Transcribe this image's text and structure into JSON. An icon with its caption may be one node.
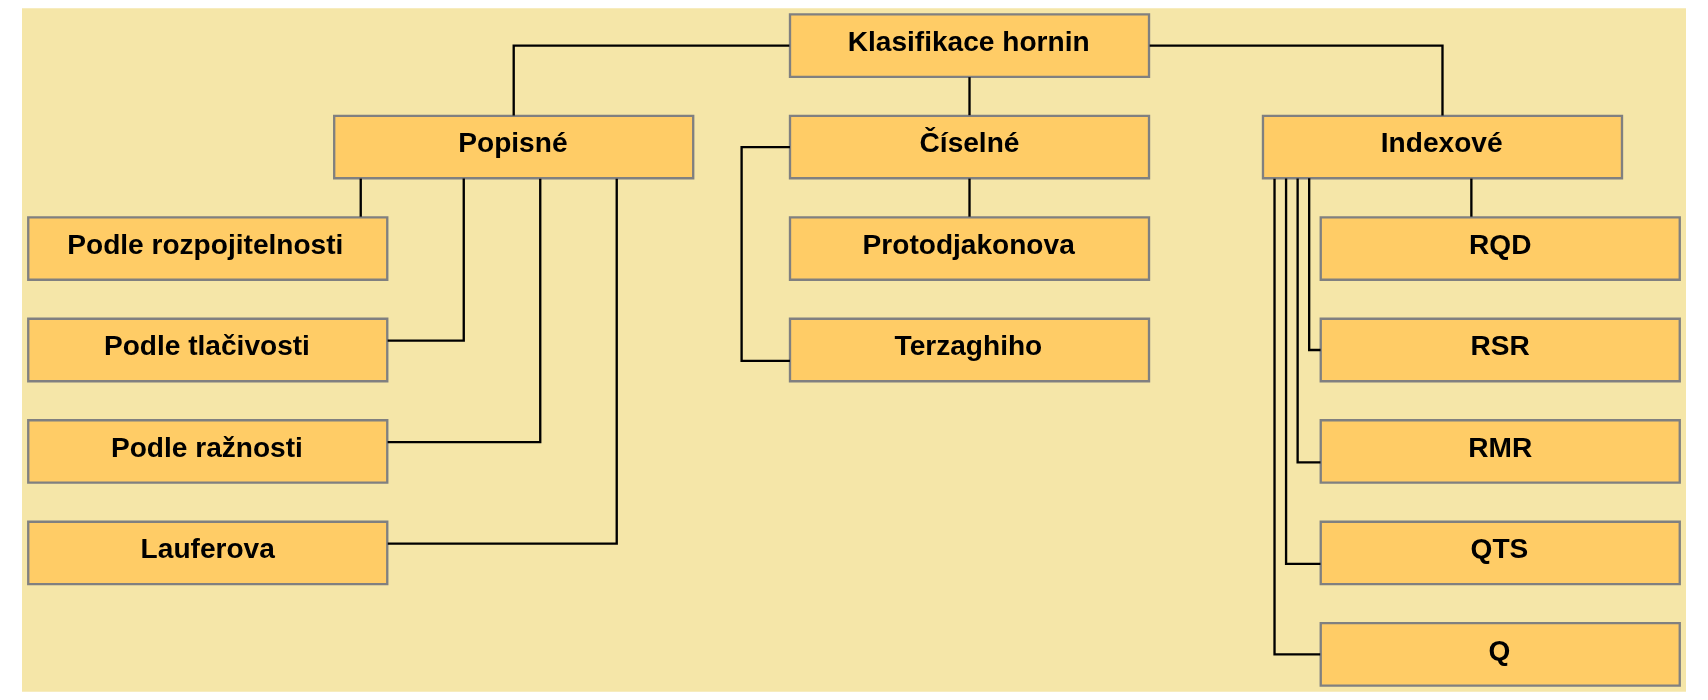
{
  "diagram": {
    "nodes": [
      {
        "text": [
          "Klasifikace hornin"
        ]
      },
      {
        "text": [
          "Popisné"
        ]
      },
      {
        "text": [
          "Číselné"
        ]
      },
      {
        "text": [
          "Indexové"
        ]
      },
      {
        "text": [
          "Podle rozpojitelnosti"
        ]
      },
      {
        "text": [
          "Podle tlačivosti"
        ]
      },
      {
        "text": [
          "Podle ražnosti"
        ]
      },
      {
        "text": [
          "Lauferova"
        ]
      },
      {
        "text": [
          "Protodjakonova"
        ]
      },
      {
        "text": [
          "Terzaghiho"
        ]
      },
      {
        "text": [
          "RQD"
        ]
      },
      {
        "text": [
          "RSR"
        ]
      },
      {
        "text": [
          "RMR"
        ]
      },
      {
        "text": [
          "QTS"
        ]
      },
      {
        "text": [
          "Q"
        ]
      }
    ],
    "edges": [
      {
        "from": 0,
        "to": 1,
        "arrow": "none"
      },
      {
        "from": 0,
        "to": 2,
        "arrow": "none"
      },
      {
        "from": 0,
        "to": 3,
        "arrow": "none"
      },
      {
        "from": 1,
        "to": 4,
        "arrow": "none"
      },
      {
        "from": 1,
        "to": 5,
        "arrow": "none"
      },
      {
        "from": 1,
        "to": 6,
        "arrow": "none"
      },
      {
        "from": 1,
        "to": 7,
        "arrow": "none"
      },
      {
        "from": 2,
        "to": 8,
        "arrow": "none"
      },
      {
        "from": 2,
        "to": 9,
        "arrow": "none"
      },
      {
        "from": 3,
        "to": 10,
        "arrow": "none"
      },
      {
        "from": 3,
        "to": 11,
        "arrow": "none"
      },
      {
        "from": 3,
        "to": 12,
        "arrow": "none"
      },
      {
        "from": 3,
        "to": 13,
        "arrow": "none"
      },
      {
        "from": 3,
        "to": 14,
        "arrow": "none"
      }
    ]
  }
}
